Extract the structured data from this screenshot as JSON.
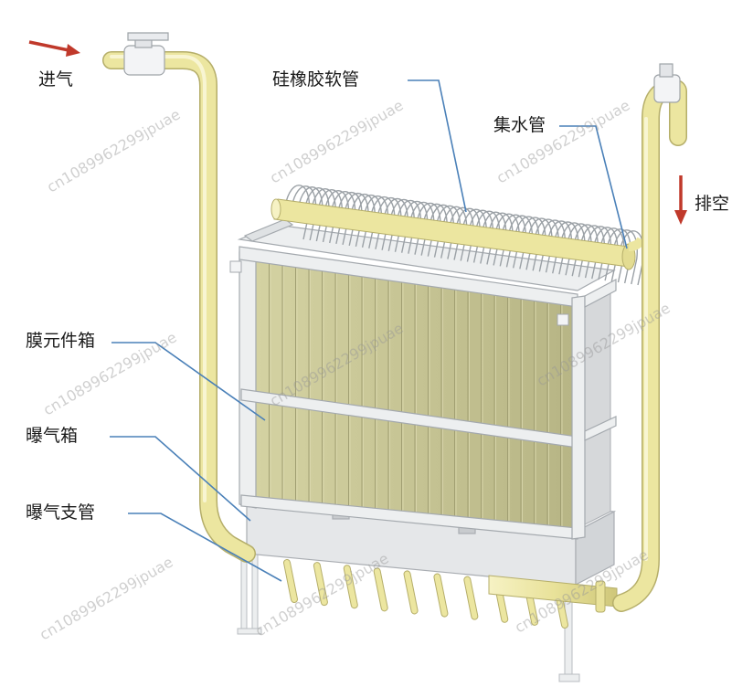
{
  "labels": {
    "inlet": "进气",
    "silicone_hose": "硅橡胶软管",
    "water_header": "集水管",
    "drain": "排空",
    "membrane_box": "膜元件箱",
    "aeration_box": "曝气箱",
    "aeration_branch": "曝气支管"
  },
  "watermark": "cn1089962299jpuae",
  "colors": {
    "pipe": "#ece6a0",
    "membrane": "#c6c493",
    "frame": "#e6e8ea",
    "leader": "#4a80b8",
    "arrow": "#c0392b"
  },
  "counts": {
    "membrane_strips": 24,
    "hose_coils": 52,
    "aeration_nozzles": 10
  }
}
